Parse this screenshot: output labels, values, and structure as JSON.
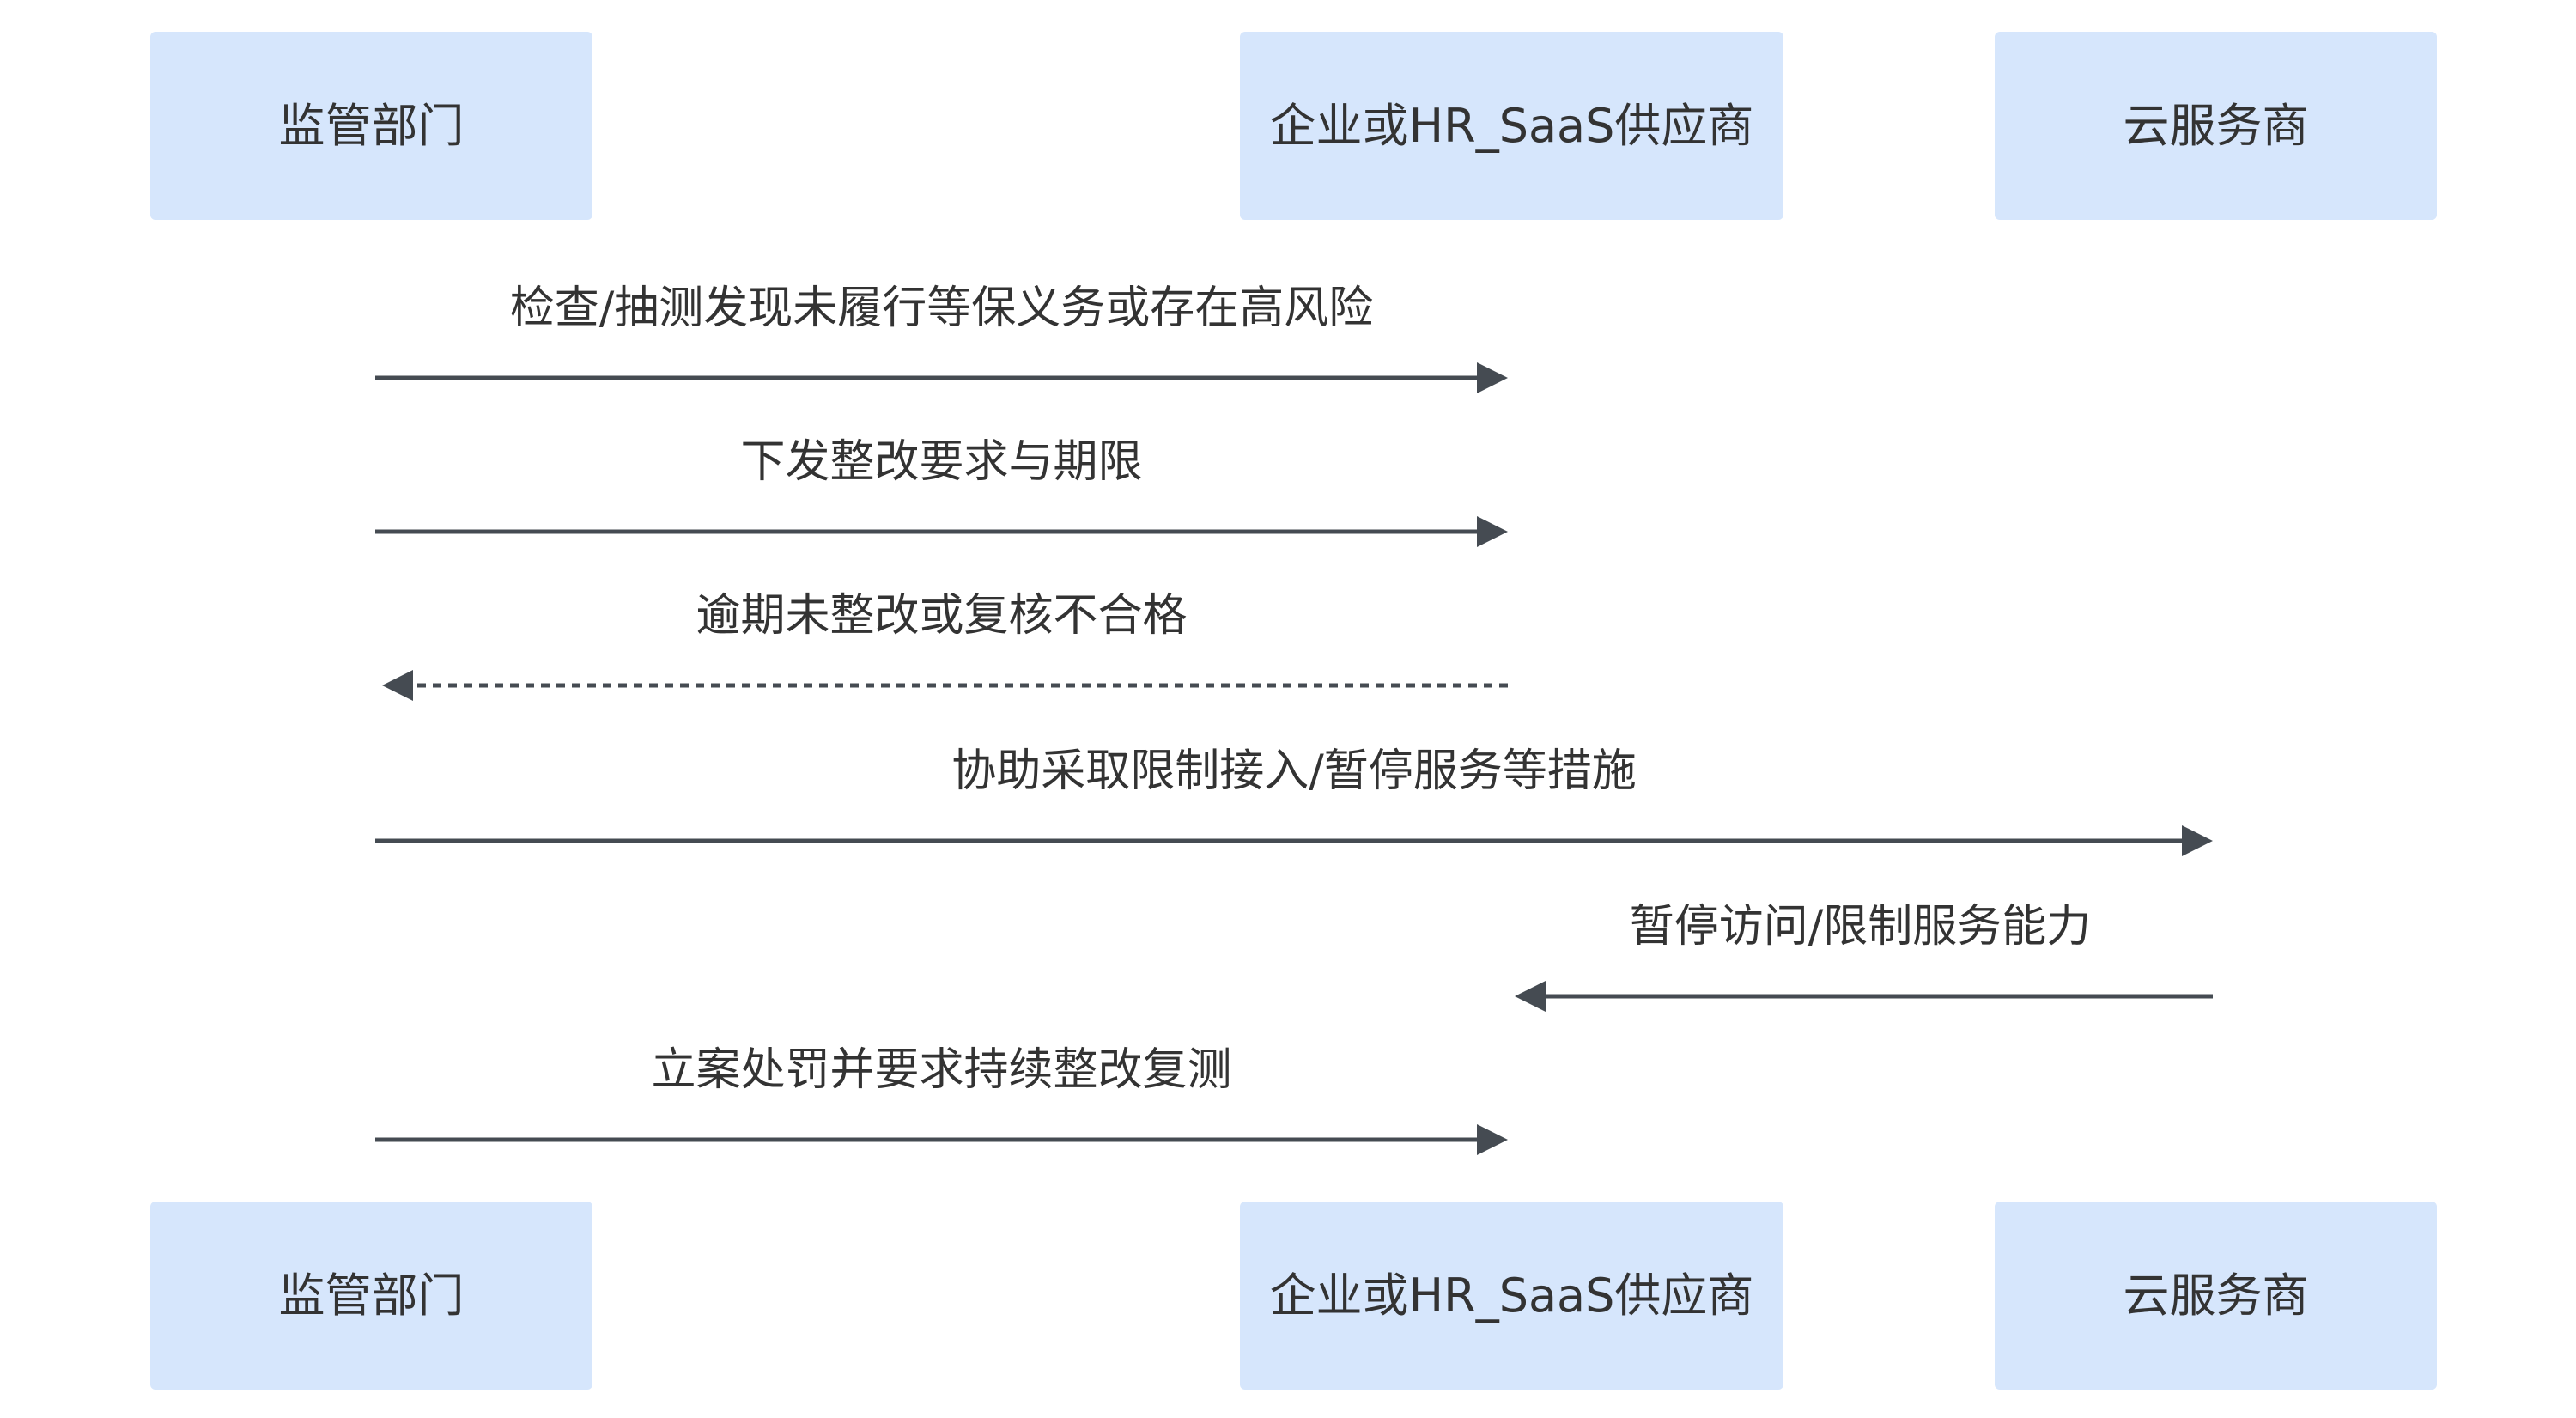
{
  "actors": [
    {
      "id": "regulator",
      "label": "监管部门"
    },
    {
      "id": "enterprise",
      "label": "企业或HR_SaaS供应商"
    },
    {
      "id": "cloud",
      "label": "云服务商"
    }
  ],
  "messages": [
    {
      "from": 0,
      "to": 1,
      "label": "检查/抽测发现未履行等保义务或存在高风险",
      "style": "solid"
    },
    {
      "from": 0,
      "to": 1,
      "label": "下发整改要求与期限",
      "style": "solid"
    },
    {
      "from": 1,
      "to": 0,
      "label": "逾期未整改或复核不合格",
      "style": "dashed"
    },
    {
      "from": 0,
      "to": 2,
      "label": "协助采取限制接入/暂停服务等措施",
      "style": "solid"
    },
    {
      "from": 2,
      "to": 1,
      "label": "暂停访问/限制服务能力",
      "style": "solid"
    },
    {
      "from": 0,
      "to": 1,
      "label": "立案处罚并要求持续整改复测",
      "style": "solid"
    }
  ],
  "colors": {
    "box": "#d6e6fc",
    "line": "#454b52",
    "text": "#333333"
  }
}
